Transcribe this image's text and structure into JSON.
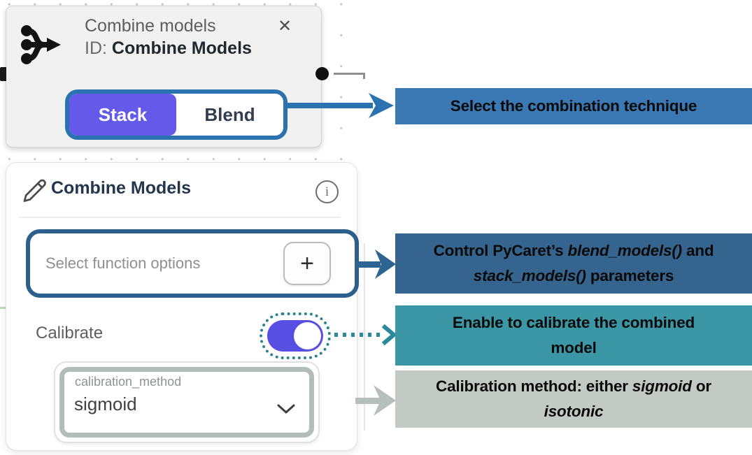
{
  "node_card": {
    "title": "Combine models",
    "close_glyph": "✕",
    "id_label": "ID:",
    "id_value": "Combine Models",
    "tabs": [
      {
        "label": "Stack",
        "active": true
      },
      {
        "label": "Blend",
        "active": false
      }
    ]
  },
  "panel": {
    "header": "Combine Models",
    "info_glyph": "i",
    "select_placeholder": "Select function options",
    "add_button_glyph": "+",
    "calibrate_label": "Calibrate",
    "toggle_state": "on",
    "dropdown": {
      "label": "calibration_method",
      "value": "sigmoid"
    }
  },
  "annotations": [
    {
      "text": "Select the combination technique",
      "background": "#3b79b5",
      "arrow_style": "solid-blue"
    },
    {
      "line1": [
        {
          "t": "Control PyCaret’s "
        },
        {
          "t": "blend_models()"
        },
        {
          "t": " and"
        }
      ],
      "line2": [
        {
          "t": "stack_models()"
        },
        {
          "t": " parameters"
        }
      ],
      "background": "#35648f",
      "arrow_style": "solid-navy"
    },
    {
      "line1": "Enable to calibrate the combined",
      "line2": "model",
      "background": "#3b96a5",
      "arrow_style": "dotted-teal"
    },
    {
      "line1": [
        {
          "t": "Calibration method: either "
        },
        {
          "t": "sigmoid"
        },
        {
          "t": " or"
        }
      ],
      "line2": [
        {
          "t": "isotonic"
        }
      ],
      "background": "#c3cac6",
      "arrow_style": "solid-gray"
    }
  ],
  "colors": {
    "highlight_blue": "#2b72b0",
    "highlight_navy": "#2d5f8d",
    "highlight_teal_dotted": "#27818f",
    "highlight_gray": "#b2bcb8",
    "accent_purple_stack": "#6459e8",
    "accent_purple_toggle": "#584ee4",
    "node_card_bg": "#f1f1f1"
  }
}
